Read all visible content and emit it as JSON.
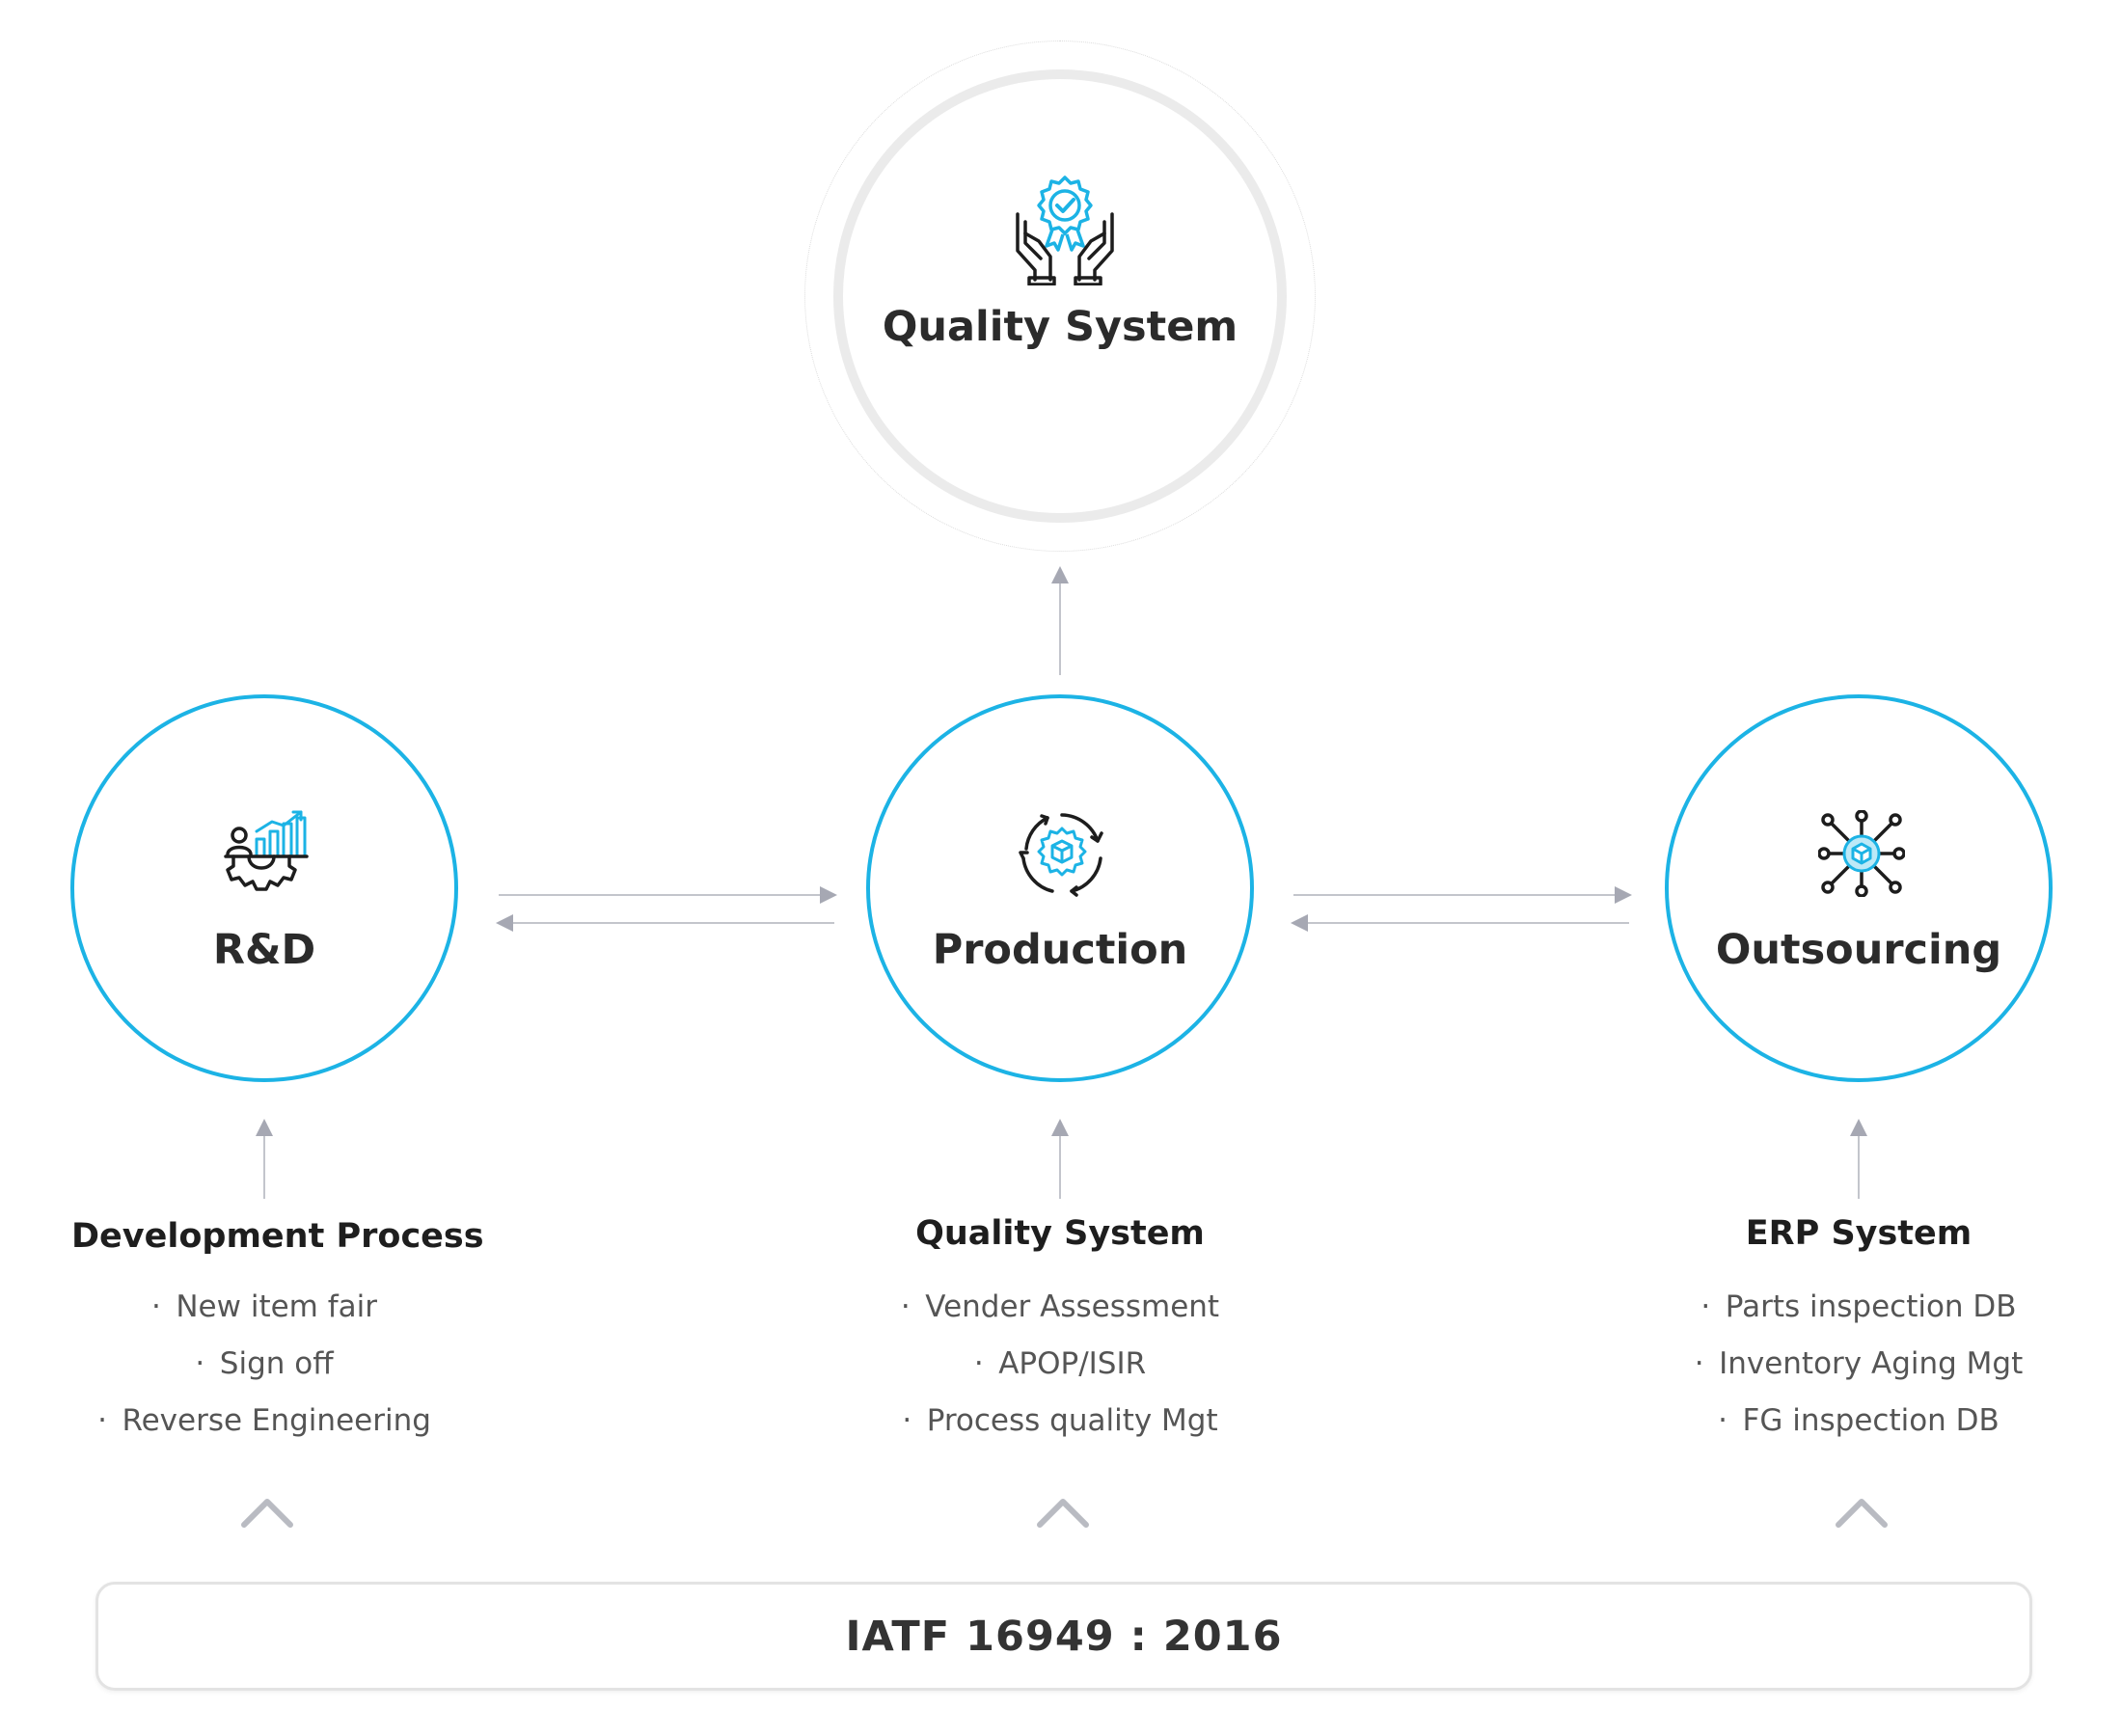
{
  "top": {
    "title": "Quality System",
    "icon": "quality-award-hands-icon"
  },
  "nodes": [
    {
      "id": "rnd",
      "title": "R&D",
      "icon": "rnd-growth-chart-icon"
    },
    {
      "id": "production",
      "title": "Production",
      "icon": "production-cycle-gear-icon"
    },
    {
      "id": "outsourcing",
      "title": "Outsourcing",
      "icon": "outsourcing-network-icon"
    }
  ],
  "sections": [
    {
      "title": "Development Process",
      "items": [
        "New item fair",
        "Sign off",
        "Reverse Engineering"
      ]
    },
    {
      "title": "Quality System",
      "items": [
        "Vender Assessment",
        "APOP/ISIR",
        "Process quality Mgt"
      ]
    },
    {
      "title": "ERP System",
      "items": [
        "Parts inspection DB",
        "Inventory Aging Mgt",
        "FG inspection DB"
      ]
    }
  ],
  "footer": {
    "label": "IATF 16949 : 2016"
  },
  "colors": {
    "accent": "#1cb3e5",
    "arrow": "#a6a8b3",
    "outer_ring": "#ebebeb",
    "text": "#2b2b2b"
  }
}
